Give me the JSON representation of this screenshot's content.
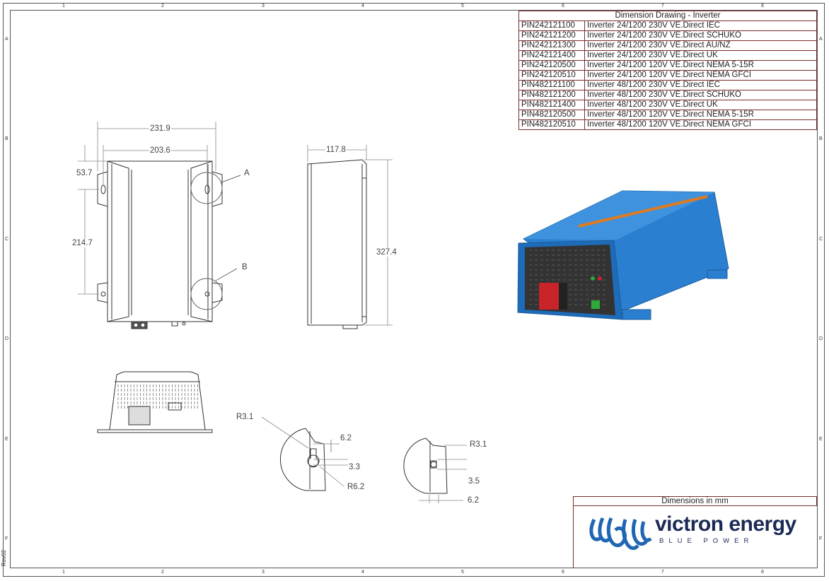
{
  "sheet": {
    "col_labels": [
      "1",
      "2",
      "3",
      "4",
      "5",
      "6",
      "7",
      "8"
    ],
    "row_labels": [
      "A",
      "B",
      "C",
      "D",
      "E",
      "F"
    ],
    "revision": "Rev02"
  },
  "title_block": {
    "heading": "Dimension Drawing - Inverter",
    "rows": [
      {
        "pin": "PIN242121100",
        "desc": "Inverter 24/1200 230V VE.Direct IEC"
      },
      {
        "pin": "PIN242121200",
        "desc": "Inverter 24/1200 230V VE.Direct SCHUKO"
      },
      {
        "pin": "PIN242121300",
        "desc": "Inverter 24/1200 230V VE.Direct AU/NZ"
      },
      {
        "pin": "PIN242121400",
        "desc": "Inverter 24/1200 230V VE.Direct UK"
      },
      {
        "pin": "PIN242120500",
        "desc": "Inverter 24/1200 120V VE.Direct NEMA 5-15R"
      },
      {
        "pin": "PIN242120510",
        "desc": "Inverter 24/1200 120V VE.Direct NEMA GFCI"
      },
      {
        "pin": "PIN482121100",
        "desc": "Inverter 48/1200 230V VE.Direct IEC"
      },
      {
        "pin": "PIN482121200",
        "desc": "Inverter 48/1200 230V VE.Direct SCHUKO"
      },
      {
        "pin": "PIN482121400",
        "desc": "Inverter 48/1200 230V VE.Direct UK"
      },
      {
        "pin": "PIN482120500",
        "desc": "Inverter 48/1200 120V VE.Direct NEMA 5-15R"
      },
      {
        "pin": "PIN482120510",
        "desc": "Inverter 48/1200 120V VE.Direct NEMA GFCI"
      }
    ]
  },
  "dimensions": {
    "overall_width": "231.9",
    "mount_width": "203.6",
    "top_offset": "53.7",
    "mount_height": "214.7",
    "depth": "117.8",
    "height": "327.4",
    "detail_a_label": "A",
    "detail_b_label": "B",
    "a_r1": "R3.1",
    "a_w": "6.2",
    "a_h": "3.3",
    "a_r2": "R6.2",
    "b_r": "R3.1",
    "b_h": "3.5",
    "b_w": "6.2"
  },
  "footer": {
    "units": "Dimensions in mm",
    "brand": "victron energy",
    "tagline": "BLUE POWER"
  },
  "colors": {
    "frame": "#555555",
    "table_border": "#7b2b2b",
    "brand_blue": "#1b2a55",
    "product_blue": "#2a7fd0",
    "accent_orange": "#e07a1f"
  }
}
